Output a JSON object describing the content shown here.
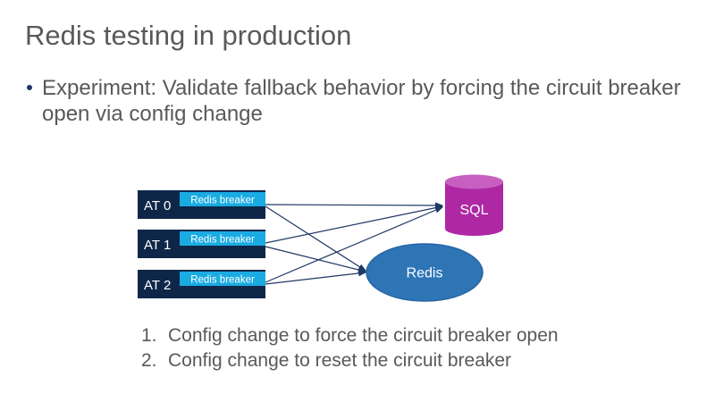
{
  "slide": {
    "title": "Redis testing in production",
    "bullet_text": "Experiment: Validate fallback behavior by forcing the circuit breaker open via config change",
    "numbered_list": [
      {
        "number": "1.",
        "text": "Config change to force the circuit breaker open"
      },
      {
        "number": "2.",
        "text": "Config change to reset the circuit breaker"
      }
    ]
  },
  "diagram": {
    "app_servers": [
      {
        "label": "AT 0",
        "breaker_label": "Redis breaker"
      },
      {
        "label": "AT 1",
        "breaker_label": "Redis breaker"
      },
      {
        "label": "AT 2",
        "breaker_label": "Redis breaker"
      }
    ],
    "targets": {
      "sql_label": "SQL",
      "redis_label": "Redis"
    },
    "colors": {
      "app_box": "#0E2749",
      "breaker_box": "#1AABE2",
      "sql_body": "#AE28A4",
      "sql_top": "#C75FC0",
      "redis_fill": "#2E75B6",
      "redis_stroke": "#2765A4",
      "connector": "#1F3864",
      "text_gray": "#595959",
      "bullet_dot": "#1F3864"
    }
  }
}
